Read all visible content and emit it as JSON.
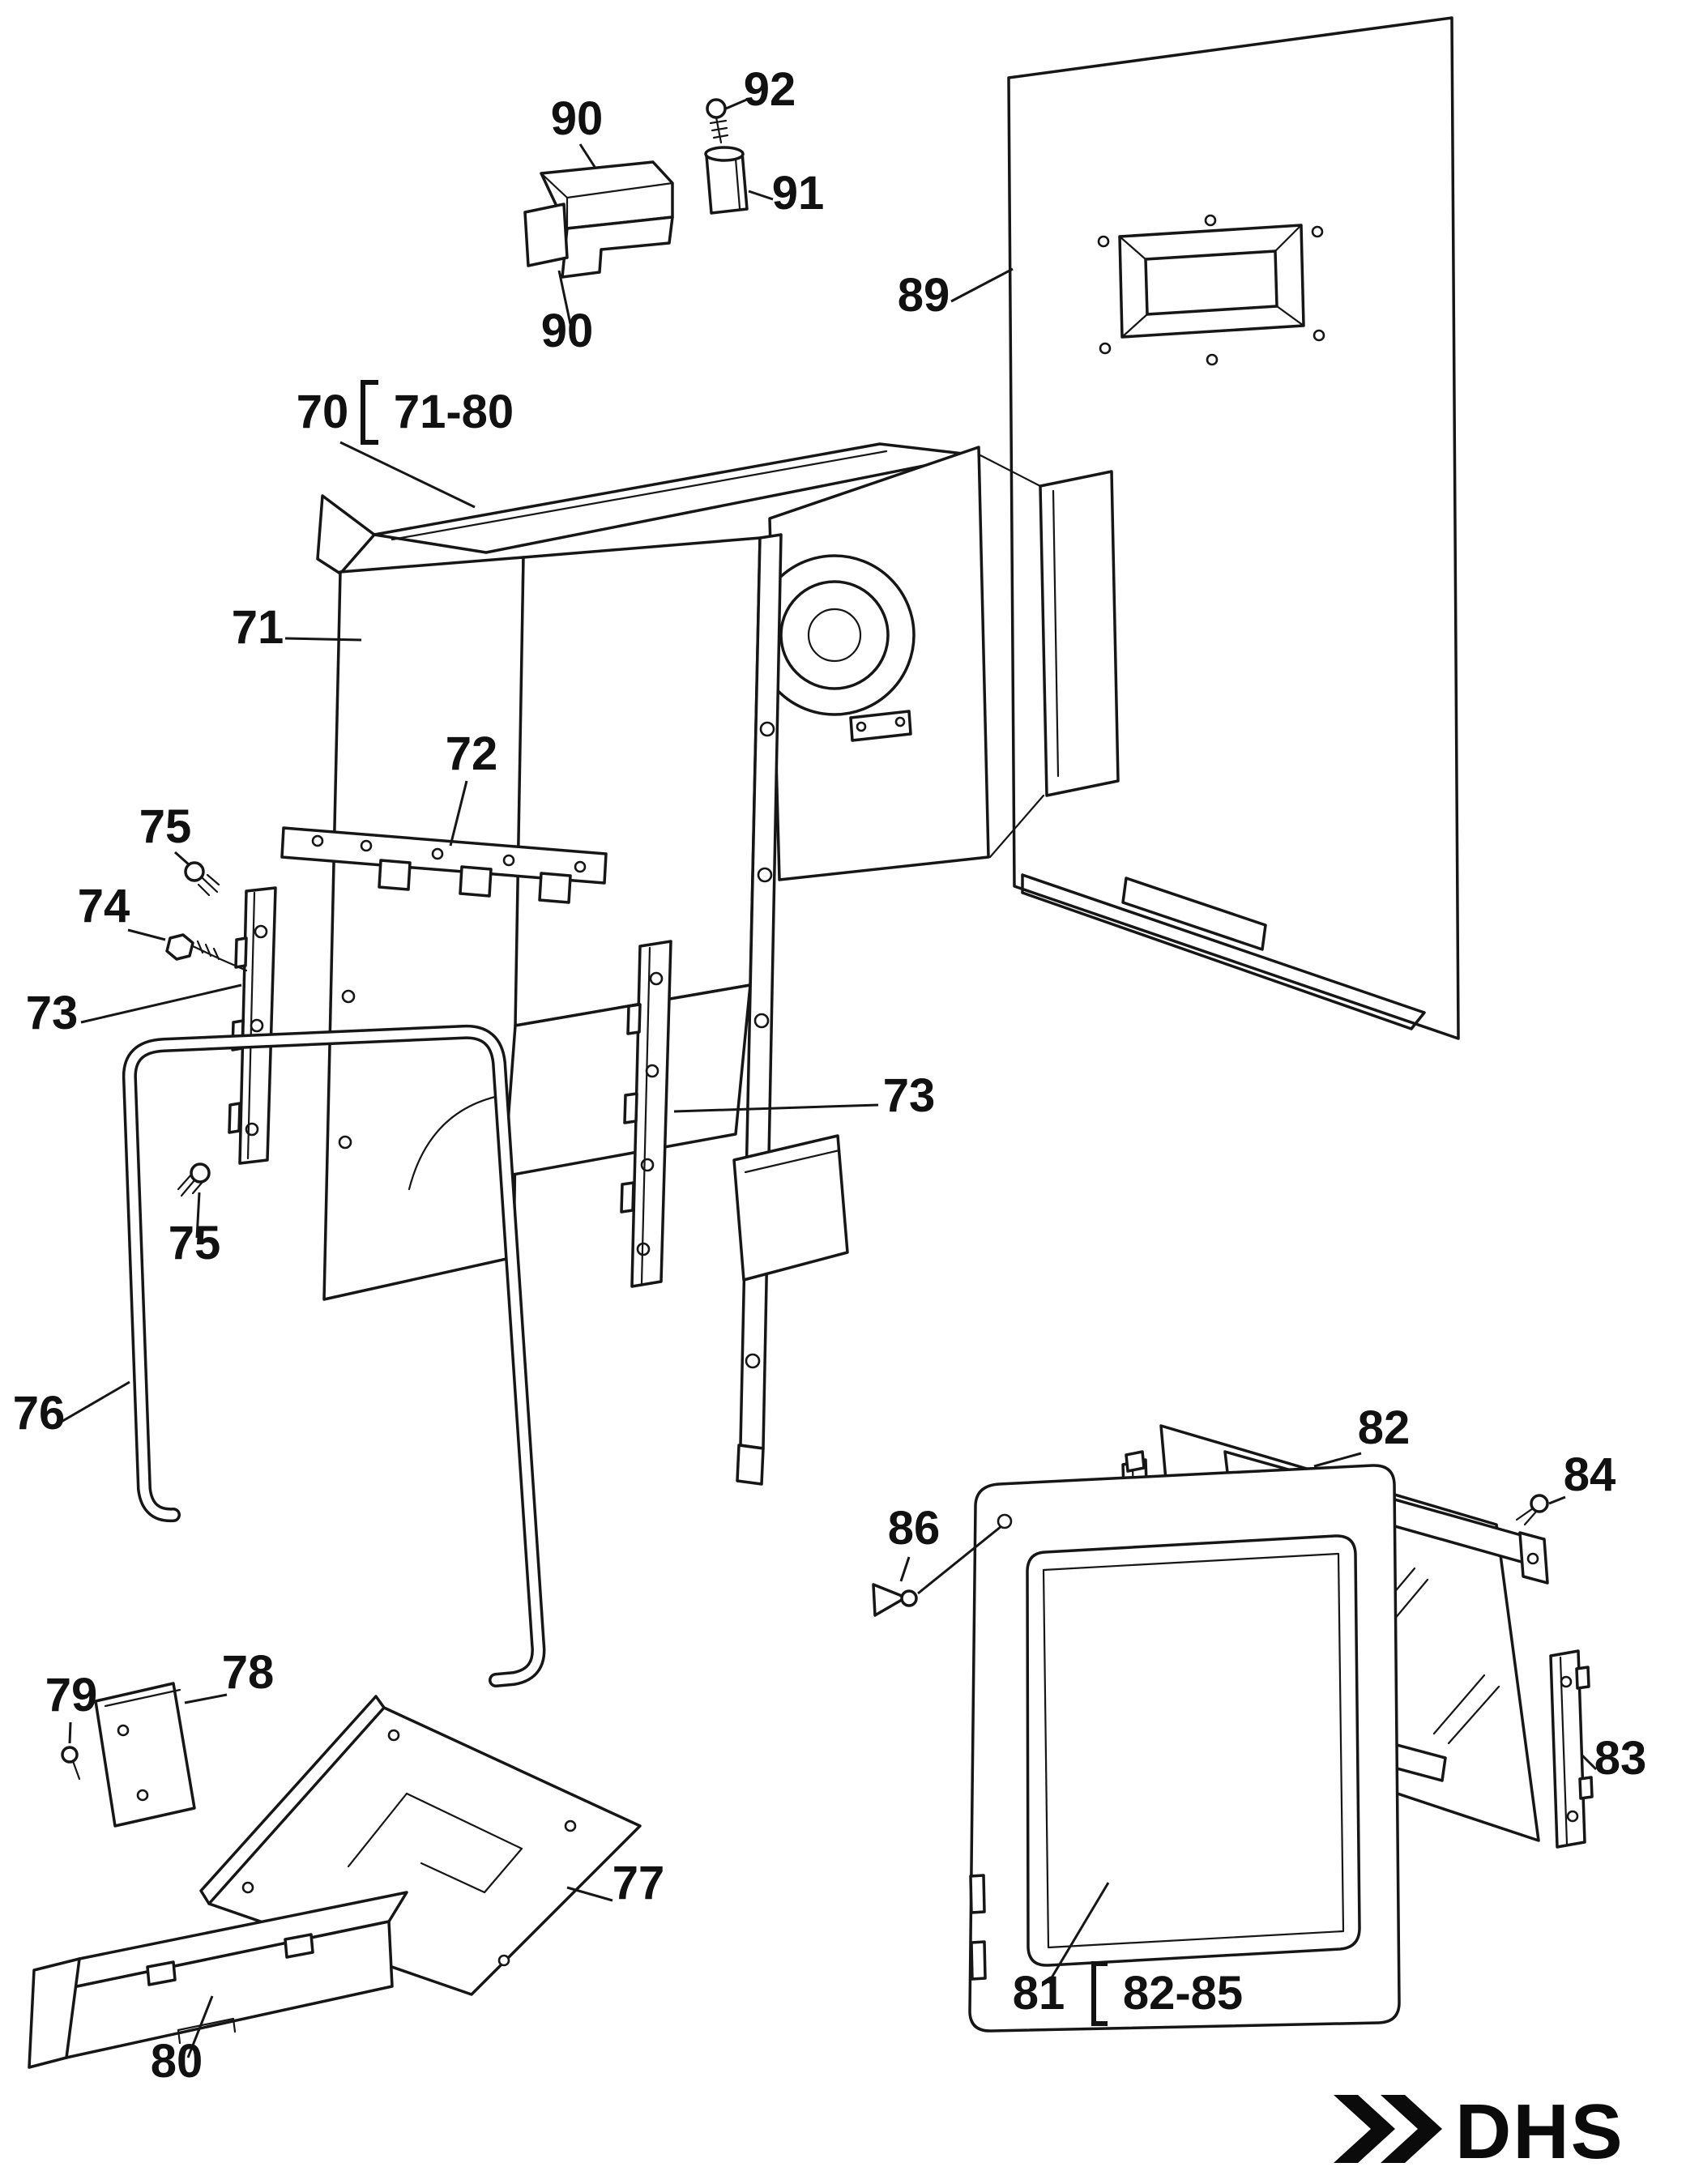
{
  "diagram": {
    "ink_color": "#161616",
    "paper_color": "#ffffff",
    "callouts": {
      "n90_top": "90",
      "n92": "92",
      "n91": "91",
      "n90_bottom": "90",
      "n89": "89",
      "n70": "70",
      "n70_range": "71-80",
      "n71": "71",
      "n72": "72",
      "n75_upper": "75",
      "n74": "74",
      "n73_left": "73",
      "n73_right": "73",
      "n75_lower": "75",
      "n76": "76",
      "n79": "79",
      "n78": "78",
      "n77": "77",
      "n80": "80",
      "n86": "86",
      "n82": "82",
      "n84": "84",
      "n83": "83",
      "n81": "81",
      "n81_range": "82-85"
    },
    "logo": "DHS"
  }
}
